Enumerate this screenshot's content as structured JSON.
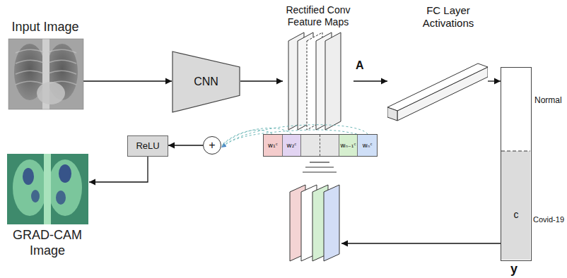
{
  "diagram": {
    "nodes": [
      {
        "text": [
          "Input Image"
        ]
      },
      {
        "text": [
          "CNN"
        ]
      },
      {
        "text": [
          "Rectified Conv Feature Maps"
        ]
      },
      {
        "text": [
          "FC Layer Activations"
        ]
      },
      {
        "text": [
          "c"
        ]
      },
      {
        "text": [
          "w₁ᶜ",
          "w₂ᶜ",
          "wₙ₋₁ᶜ",
          "wₙᶜ"
        ]
      },
      {
        "text": [
          "+"
        ]
      },
      {
        "text": [
          "ReLU"
        ]
      },
      {
        "text": [
          "GRAD-CAM Image"
        ]
      }
    ],
    "edges": [
      {
        "from": 0,
        "to": 1,
        "arrow": "to"
      },
      {
        "from": 1,
        "to": 2,
        "arrow": "to"
      },
      {
        "from": 2,
        "to": 3,
        "arrow": "to"
      },
      {
        "from": 3,
        "to": 4,
        "arrow": "to"
      },
      {
        "from": 5,
        "to": 6,
        "arrow": "to"
      },
      {
        "from": 6,
        "to": 7,
        "arrow": "to"
      },
      {
        "from": 7,
        "to": 8,
        "arrow": "to"
      }
    ],
    "labels": [
      "A",
      "Normal",
      "Covid-19",
      "y"
    ]
  }
}
